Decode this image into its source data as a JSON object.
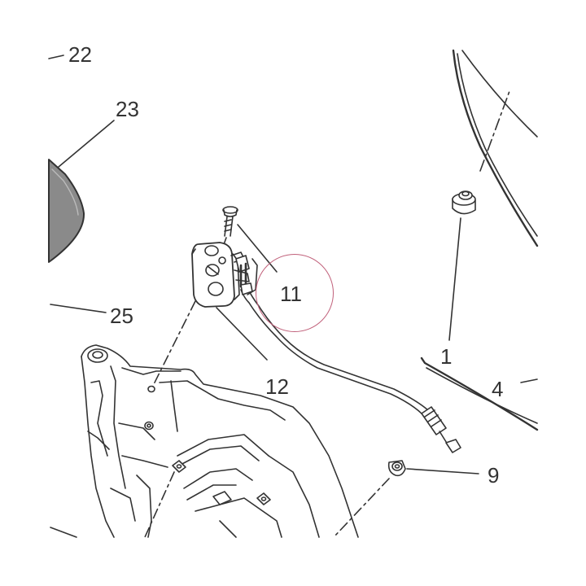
{
  "diagram": {
    "callouts": {
      "c22": "22",
      "c23": "23",
      "c25": "25",
      "c11": "11",
      "c12": "12",
      "c1": "1",
      "c4": "4",
      "c9": "9"
    },
    "highlighted_part": "11"
  },
  "colors": {
    "line": "#333333",
    "highlight": "#c0607a",
    "mirror_fill": "#8a8a8a",
    "part_fill": "#ffffff"
  }
}
